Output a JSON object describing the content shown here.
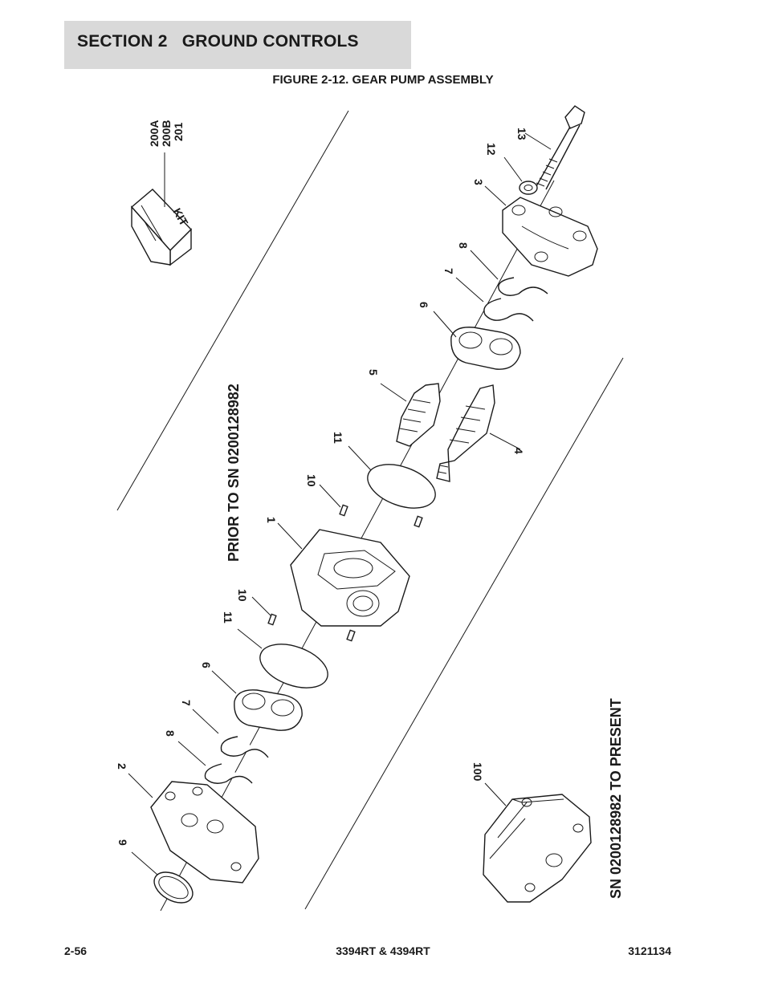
{
  "header": {
    "section_title": "SECTION 2   GROUND CONTROLS",
    "figure_title": "FIGURE 2-12. GEAR PUMP ASSEMBLY"
  },
  "diagram": {
    "configurations": {
      "prior": "PRIOR TO SN 0200128982",
      "present": "SN 0200128982 TO PRESENT"
    },
    "kit": {
      "box_label": "KIT",
      "part_numbers": [
        "200A",
        "200B",
        "201"
      ]
    },
    "callouts": {
      "c13": "13",
      "c12": "12",
      "c3": "3",
      "c8a": "8",
      "c7a": "7",
      "c6a": "6",
      "c5": "5",
      "c4": "4",
      "c11a": "11",
      "c10a": "10",
      "c1": "1",
      "c10b": "10",
      "c11b": "11",
      "c6b": "6",
      "c7b": "7",
      "c8b": "8",
      "c2": "2",
      "c9": "9",
      "c100": "100"
    }
  },
  "footer": {
    "page_number": "2-56",
    "model": "3394RT & 4394RT",
    "doc_number": "3121134"
  }
}
